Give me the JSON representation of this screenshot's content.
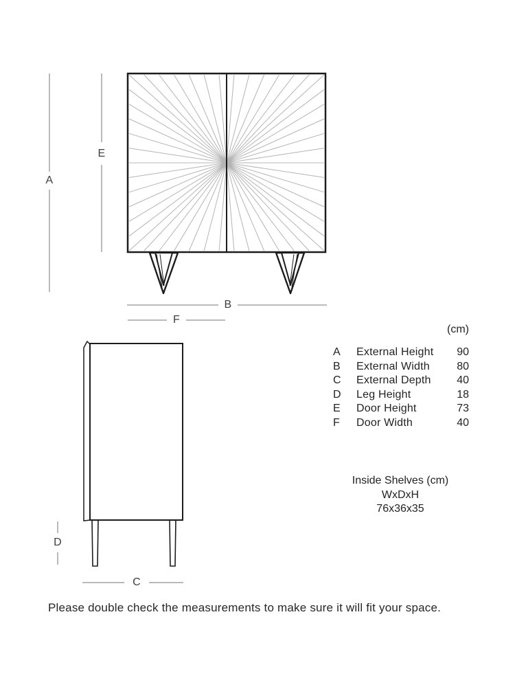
{
  "colors": {
    "outline": "#1c1c1c",
    "dimension_line": "#757575",
    "sunburst_ray": "#b4b4b4",
    "text": "#232323"
  },
  "diagram": {
    "front_view": {
      "label_external_height": "A",
      "label_door_height": "E",
      "label_external_width": "B",
      "label_door_width": "F"
    },
    "side_view": {
      "label_leg_height": "D",
      "label_external_depth": "C"
    }
  },
  "dimensions_table": {
    "unit_header": "(cm)",
    "rows": [
      {
        "key": "A",
        "label": "External Height",
        "value": "90"
      },
      {
        "key": "B",
        "label": "External Width",
        "value": "80"
      },
      {
        "key": "C",
        "label": "External Depth",
        "value": "40"
      },
      {
        "key": "D",
        "label": "Leg Height",
        "value": "18"
      },
      {
        "key": "E",
        "label": "Door Height",
        "value": "73"
      },
      {
        "key": "F",
        "label": "Door Width",
        "value": "40"
      }
    ]
  },
  "inside_shelves": {
    "title": "Inside Shelves (cm)",
    "format_label": "WxDxH",
    "size": "76x36x35"
  },
  "footer": {
    "note": "Please double check the measurements to make sure it will fit your space."
  }
}
